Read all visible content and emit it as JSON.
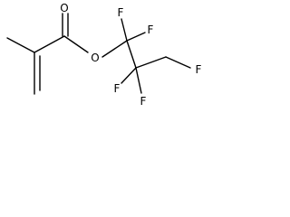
{
  "molecule": {
    "atoms": {
      "carbonyl_oxygen": "O",
      "ester_oxygen": "O",
      "fluorine_1": "F",
      "fluorine_2": "F",
      "fluorine_3": "F",
      "fluorine_4": "F",
      "fluorine_5": "F"
    }
  },
  "colors": {
    "bond": "#000000",
    "label": "#000000",
    "background": "#ffffff"
  }
}
